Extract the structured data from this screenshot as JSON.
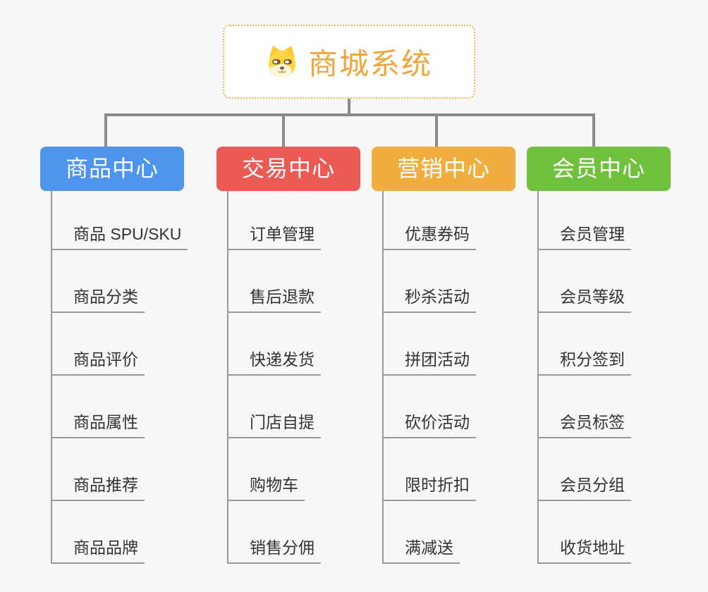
{
  "diagram": {
    "type": "mindmap-org-tree",
    "root": {
      "title": "商城系统",
      "icon": "dog-face-icon"
    },
    "branches": [
      {
        "label": "商品中心",
        "color": "#4c94ec",
        "items": [
          "商品 SPU/SKU",
          "商品分类",
          "商品评价",
          "商品属性",
          "商品推荐",
          "商品品牌"
        ]
      },
      {
        "label": "交易中心",
        "color": "#ec5a54",
        "items": [
          "订单管理",
          "售后退款",
          "快递发货",
          "门店自提",
          "购物车",
          "销售分佣"
        ]
      },
      {
        "label": "营销中心",
        "color": "#efae3d",
        "items": [
          "优惠券码",
          "秒杀活动",
          "拼团活动",
          "砍价活动",
          "限时折扣",
          "满减送"
        ]
      },
      {
        "label": "会员中心",
        "color": "#6fc13e",
        "items": [
          "会员管理",
          "会员等级",
          "积分签到",
          "会员标签",
          "会员分组",
          "收货地址"
        ]
      }
    ],
    "colors": {
      "root_accent": "#f0a63c",
      "root_border": "#f3b05a",
      "connector": "#8a8a8a",
      "leaf_line": "#999999",
      "leaf_text": "#333333",
      "background": "#f7f7f7"
    }
  }
}
